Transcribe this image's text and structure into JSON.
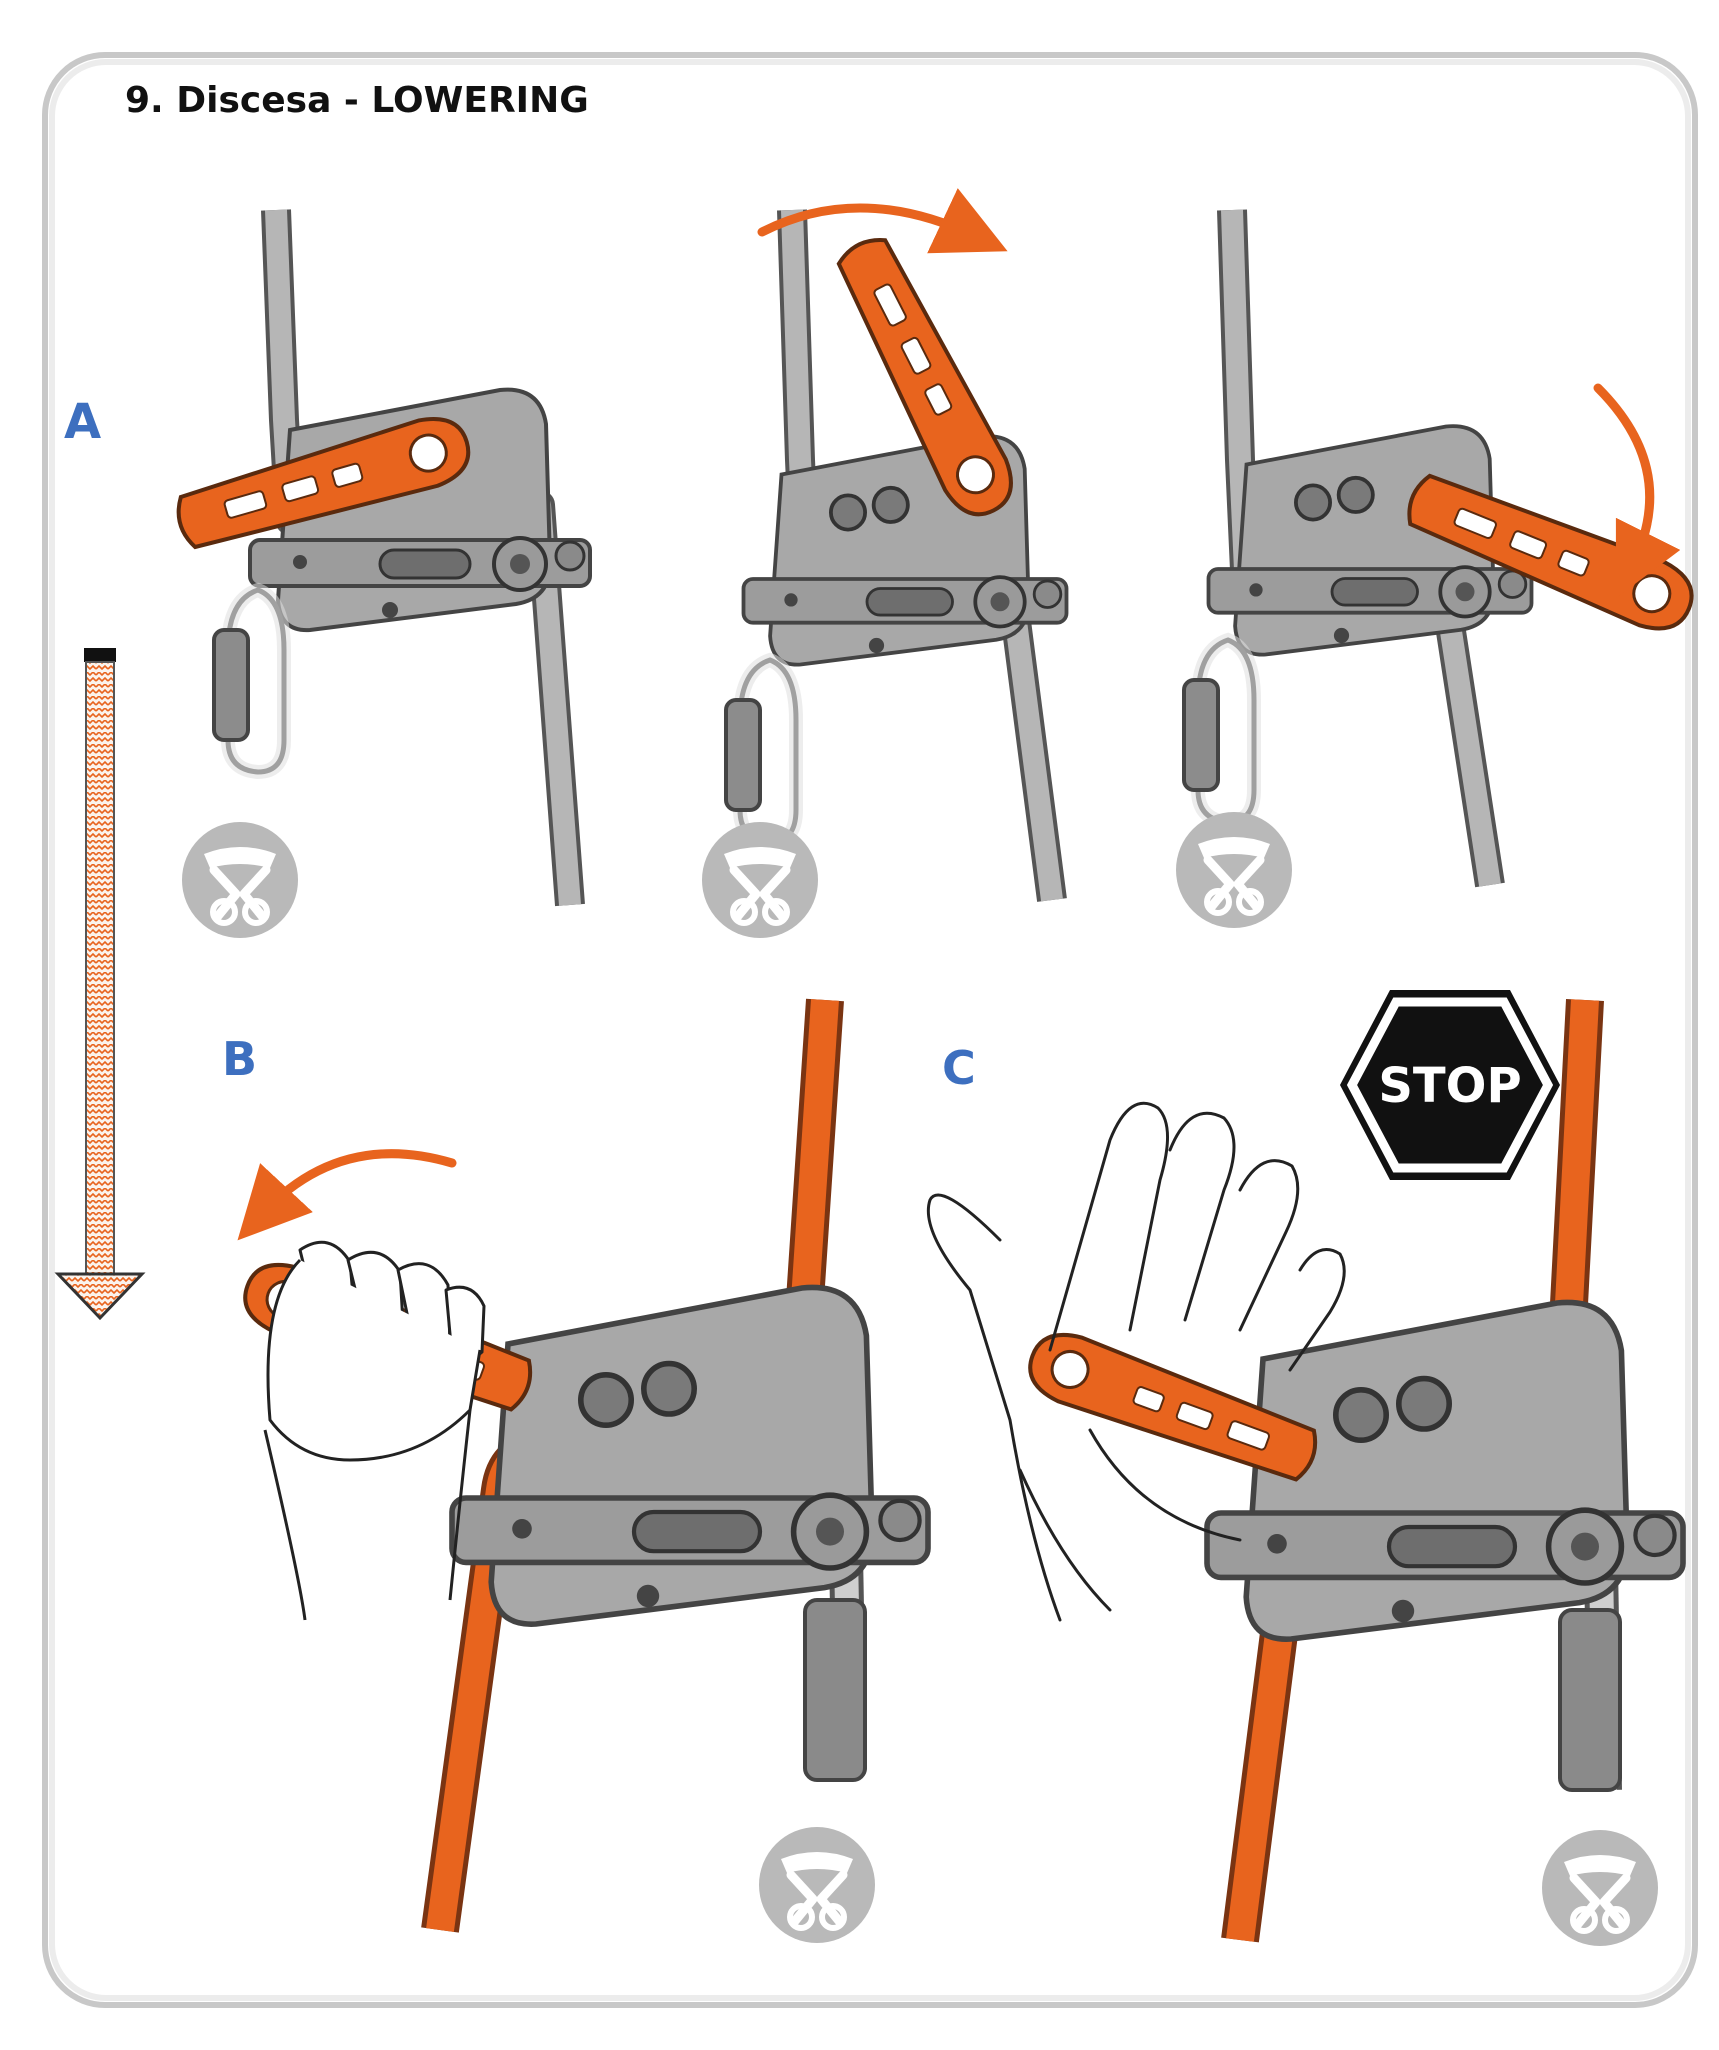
{
  "title": "9. Discesa - LOWERING",
  "labels": {
    "a": "A",
    "b": "B",
    "c": "C"
  },
  "stop_sign": {
    "text": "STOP"
  },
  "colors": {
    "accent": "#e8641e",
    "label_blue": "#3d6fbf",
    "device_grey": "#a4a4a4",
    "device_dark": "#4a4a4a",
    "rope_grey": "#b4b4b4",
    "badge_grey": "#b8b8b8",
    "frame": "#cfcfcf"
  },
  "icons": {
    "harness": "harness-badge-icon",
    "stop": "stop-sign-icon",
    "arrow": "lowering-direction-arrow-icon"
  }
}
